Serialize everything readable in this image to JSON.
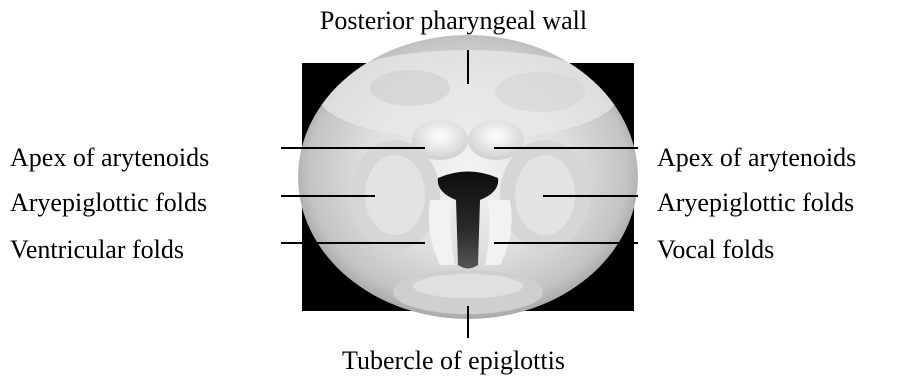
{
  "labels": {
    "top": "Posterior pharyngeal wall",
    "bottom": "Tubercle of epiglottis",
    "left": [
      "Apex of arytenoids",
      "Aryepiglottic folds",
      "Ventricular folds"
    ],
    "right": [
      "Apex of arytenoids",
      "Aryepiglottic folds",
      "Vocal folds"
    ]
  },
  "colors": {
    "text": "#000000",
    "line": "#000000",
    "frame": "#000000",
    "tissue": "#d9d9d9",
    "airway": "#1a1a1a"
  }
}
